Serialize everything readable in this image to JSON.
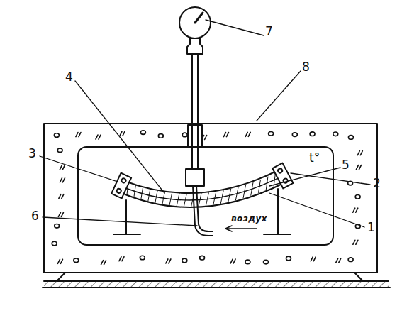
{
  "diagram": {
    "labels": [
      "7",
      "4",
      "8",
      "3",
      "5",
      "2",
      "6",
      "1",
      "t°",
      "воздух"
    ]
  }
}
